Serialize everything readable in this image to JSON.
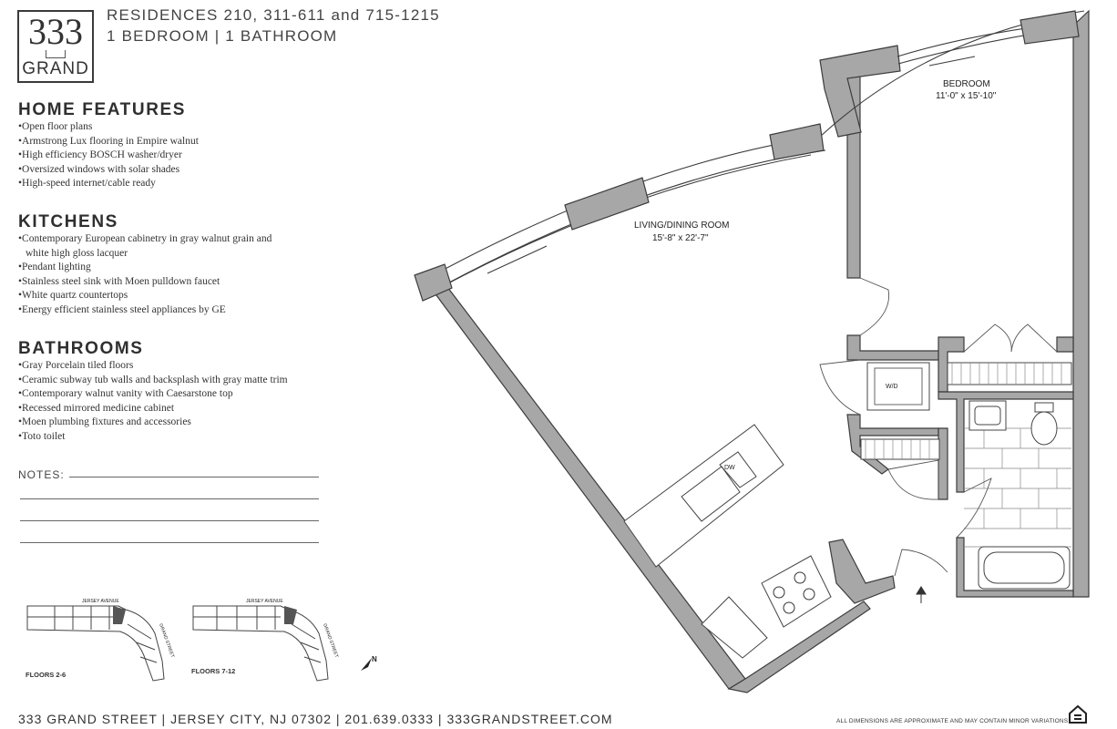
{
  "logo": {
    "number": "333",
    "word": "GRAND"
  },
  "header": {
    "line1": "RESIDENCES 210, 311-611 and 715-1215",
    "line2": "1 BEDROOM | 1 BATHROOM"
  },
  "home_features": {
    "title": "HOME FEATURES",
    "items": [
      "Open floor plans",
      "Armstrong Lux flooring in Empire walnut",
      "High efficiency BOSCH washer/dryer",
      "Oversized windows with solar shades",
      "High-speed internet/cable ready"
    ]
  },
  "kitchens": {
    "title": "KITCHENS",
    "items": [
      "Contemporary European cabinetry in gray walnut grain and",
      "white high gloss lacquer",
      "Pendant lighting",
      "Stainless steel sink with Moen pulldown faucet",
      "White quartz countertops",
      "Energy efficient stainless steel appliances by GE"
    ]
  },
  "bathrooms": {
    "title": "BATHROOMS",
    "items": [
      "Gray Porcelain tiled floors",
      "Ceramic subway tub walls and backsplash with gray matte trim",
      "Contemporary walnut vanity with Caesarstone top",
      "Recessed mirrored medicine cabinet",
      "Moen plumbing fixtures and accessories",
      "Toto toilet"
    ]
  },
  "notes": {
    "label": "NOTES:"
  },
  "keyplans": {
    "street1": "JERSEY AVENUE",
    "street2": "GRAND STREET",
    "floors_a": "FLOORS 2-6",
    "floors_b": "FLOORS 7-12",
    "north": "N"
  },
  "plan": {
    "bedroom_name": "BEDROOM",
    "bedroom_dims": "11'-0\" x 15'-10\"",
    "living_name": "LIVING/DINING ROOM",
    "living_dims": "15'-8\" x 22'-7\"",
    "wd": "W/D",
    "dw": "DW"
  },
  "footer": {
    "address": "333 GRAND STREET  |  JERSEY CITY, NJ 07302  |  201.639.0333  |  333GRANDSTREET.COM",
    "disclaimer": "ALL DIMENSIONS ARE APPROXIMATE AND MAY CONTAIN MINOR VARIATIONS."
  },
  "icons": {
    "equal_housing": "equal-housing-icon",
    "north_arrow": "north-arrow-icon",
    "entry_arrow": "entry-arrow-icon"
  },
  "colors": {
    "wall": "#a7a7a7",
    "wall_stroke": "#3c3c3c",
    "text": "#2a2a2a"
  }
}
